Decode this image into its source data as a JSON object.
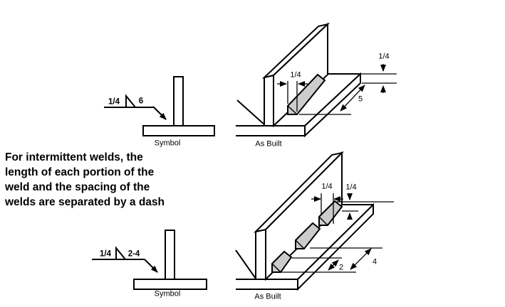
{
  "caption": {
    "line1": "For intermittent welds, the",
    "line2": "length of each portion of the",
    "line3": "weld and the spacing of the",
    "line4": "welds are separated by a dash"
  },
  "top": {
    "symbol": {
      "size": "1/4",
      "length": "6",
      "caption": "Symbol"
    },
    "as_built": {
      "caption": "As Built",
      "weld_width": "1/4",
      "weld_height": "1/4",
      "weld_length": "5"
    }
  },
  "bottom": {
    "symbol": {
      "size": "1/4",
      "length_pitch": "2-4",
      "caption": "Symbol"
    },
    "as_built": {
      "caption": "As Built",
      "weld_width": "1/4",
      "weld_height": "1/4",
      "weld_length": "2",
      "weld_pitch": "4"
    }
  },
  "colors": {
    "line": "#000000",
    "weld_fill": "#cccccc",
    "background": "#ffffff"
  }
}
